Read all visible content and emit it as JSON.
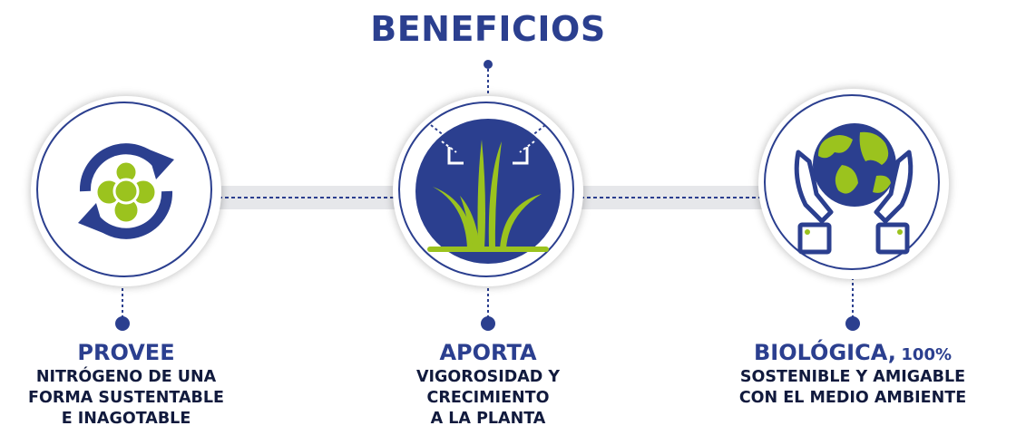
{
  "title": "BENEFICIOS",
  "colors": {
    "navy": "#2b3f8f",
    "green": "#9bc31e",
    "bar": "#e6e7ea"
  },
  "benefits": [
    {
      "heading": "PROVEE",
      "heading_suffix": "",
      "lines": [
        "NITRÓGENO DE UNA",
        "FORMA SUSTENTABLE",
        "E INAGOTABLE"
      ],
      "icon": "recycle-cell-icon"
    },
    {
      "heading": "APORTA",
      "heading_suffix": "",
      "lines": [
        "VIGOROSIDAD Y",
        "CRECIMIENTO",
        "A LA PLANTA"
      ],
      "icon": "plant-growth-icon"
    },
    {
      "heading": "BIOLÓGICA,",
      "heading_suffix": "100%",
      "lines": [
        "SOSTENIBLE Y AMIGABLE",
        "CON EL MEDIO AMBIENTE"
      ],
      "icon": "hands-earth-icon"
    }
  ]
}
